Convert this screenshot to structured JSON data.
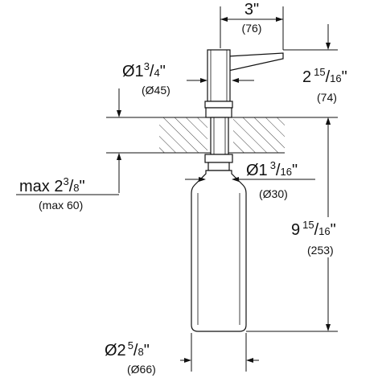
{
  "dimensions": {
    "nozzle_width": {
      "primary": "3\"",
      "secondary": "(76)"
    },
    "head_diameter": {
      "prefix": "Ø1",
      "num": "3",
      "den": "4",
      "suffix": "\"",
      "secondary": "(Ø45)"
    },
    "head_height": {
      "prefix": "2",
      "num": "15",
      "den": "16",
      "suffix": "\"",
      "secondary": "(74)"
    },
    "neck_diameter": {
      "prefix": "Ø1",
      "num": "3",
      "den": "16",
      "suffix": "\"",
      "secondary": "(Ø30)"
    },
    "max_thickness": {
      "prefix": "max 2",
      "num": "3",
      "den": "8",
      "suffix": "\"",
      "secondary": "(max 60)"
    },
    "bottle_length": {
      "prefix": "9",
      "num": "15",
      "den": "16",
      "suffix": "\"",
      "secondary": "(253)"
    },
    "bottle_diameter": {
      "prefix": "Ø2",
      "num": "5",
      "den": "8",
      "suffix": "\"",
      "secondary": "(Ø66)"
    }
  }
}
